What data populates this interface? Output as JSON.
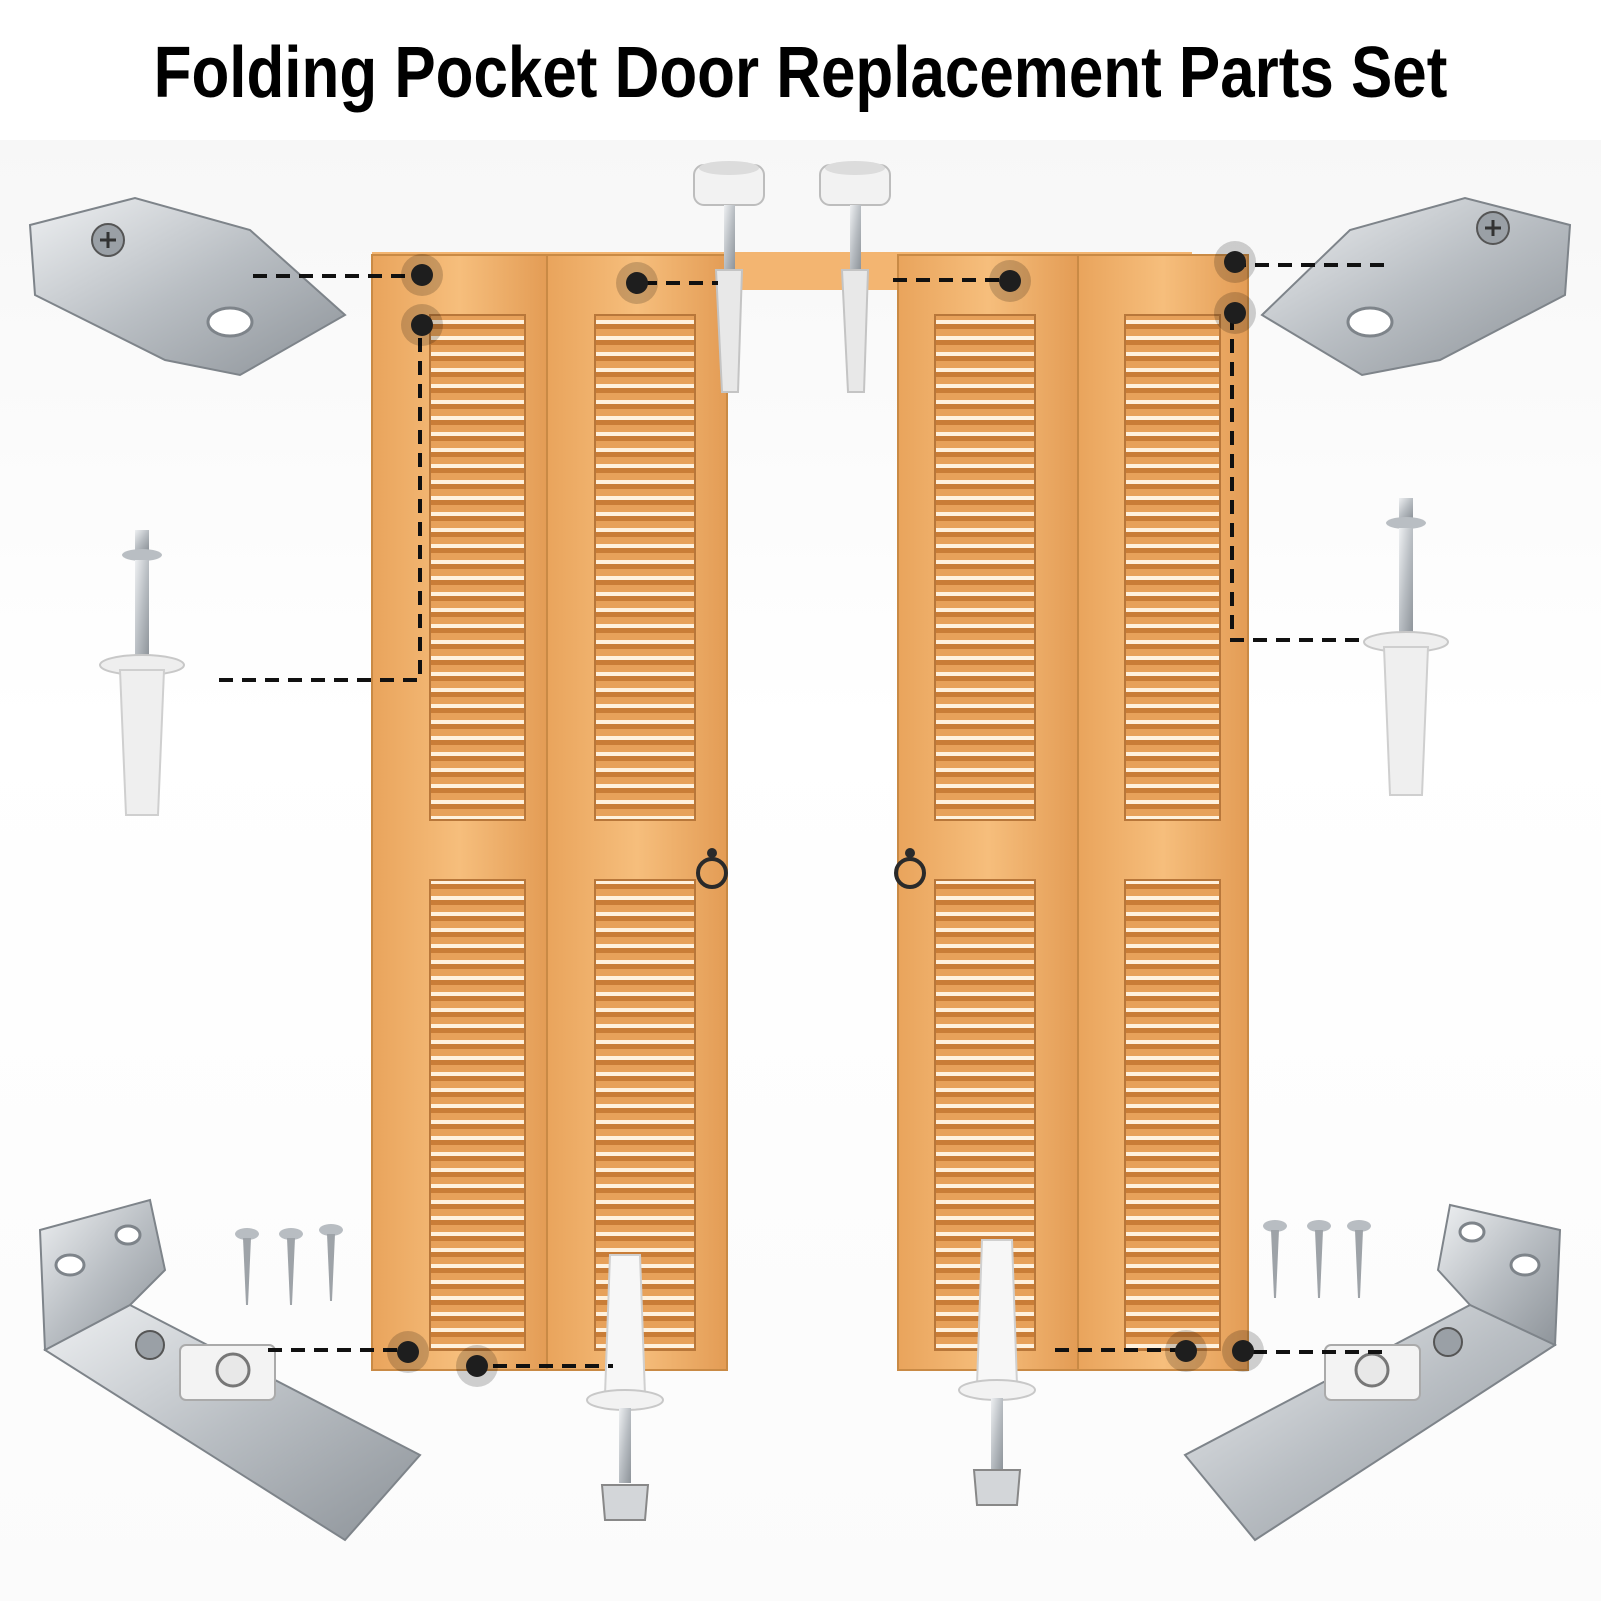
{
  "title": "Folding Pocket Door Replacement Parts Set",
  "colors": {
    "door_wood": "#f2b26a",
    "door_wood_dark": "#d8924a",
    "metal": "#c8ccd0",
    "marker": "#2a2a2a",
    "dashed_line": "#111111"
  },
  "parts": {
    "top_left_bracket": "top-pivot-bracket",
    "top_right_bracket": "top-pivot-bracket",
    "top_guide_wheels": "guide-wheel-pin",
    "side_pivot_pins": "pivot-pin",
    "bottom_brackets": "bottom-pivot-bracket",
    "screws": "mounting-screw",
    "bottom_pins": "bottom-pivot-pin"
  }
}
